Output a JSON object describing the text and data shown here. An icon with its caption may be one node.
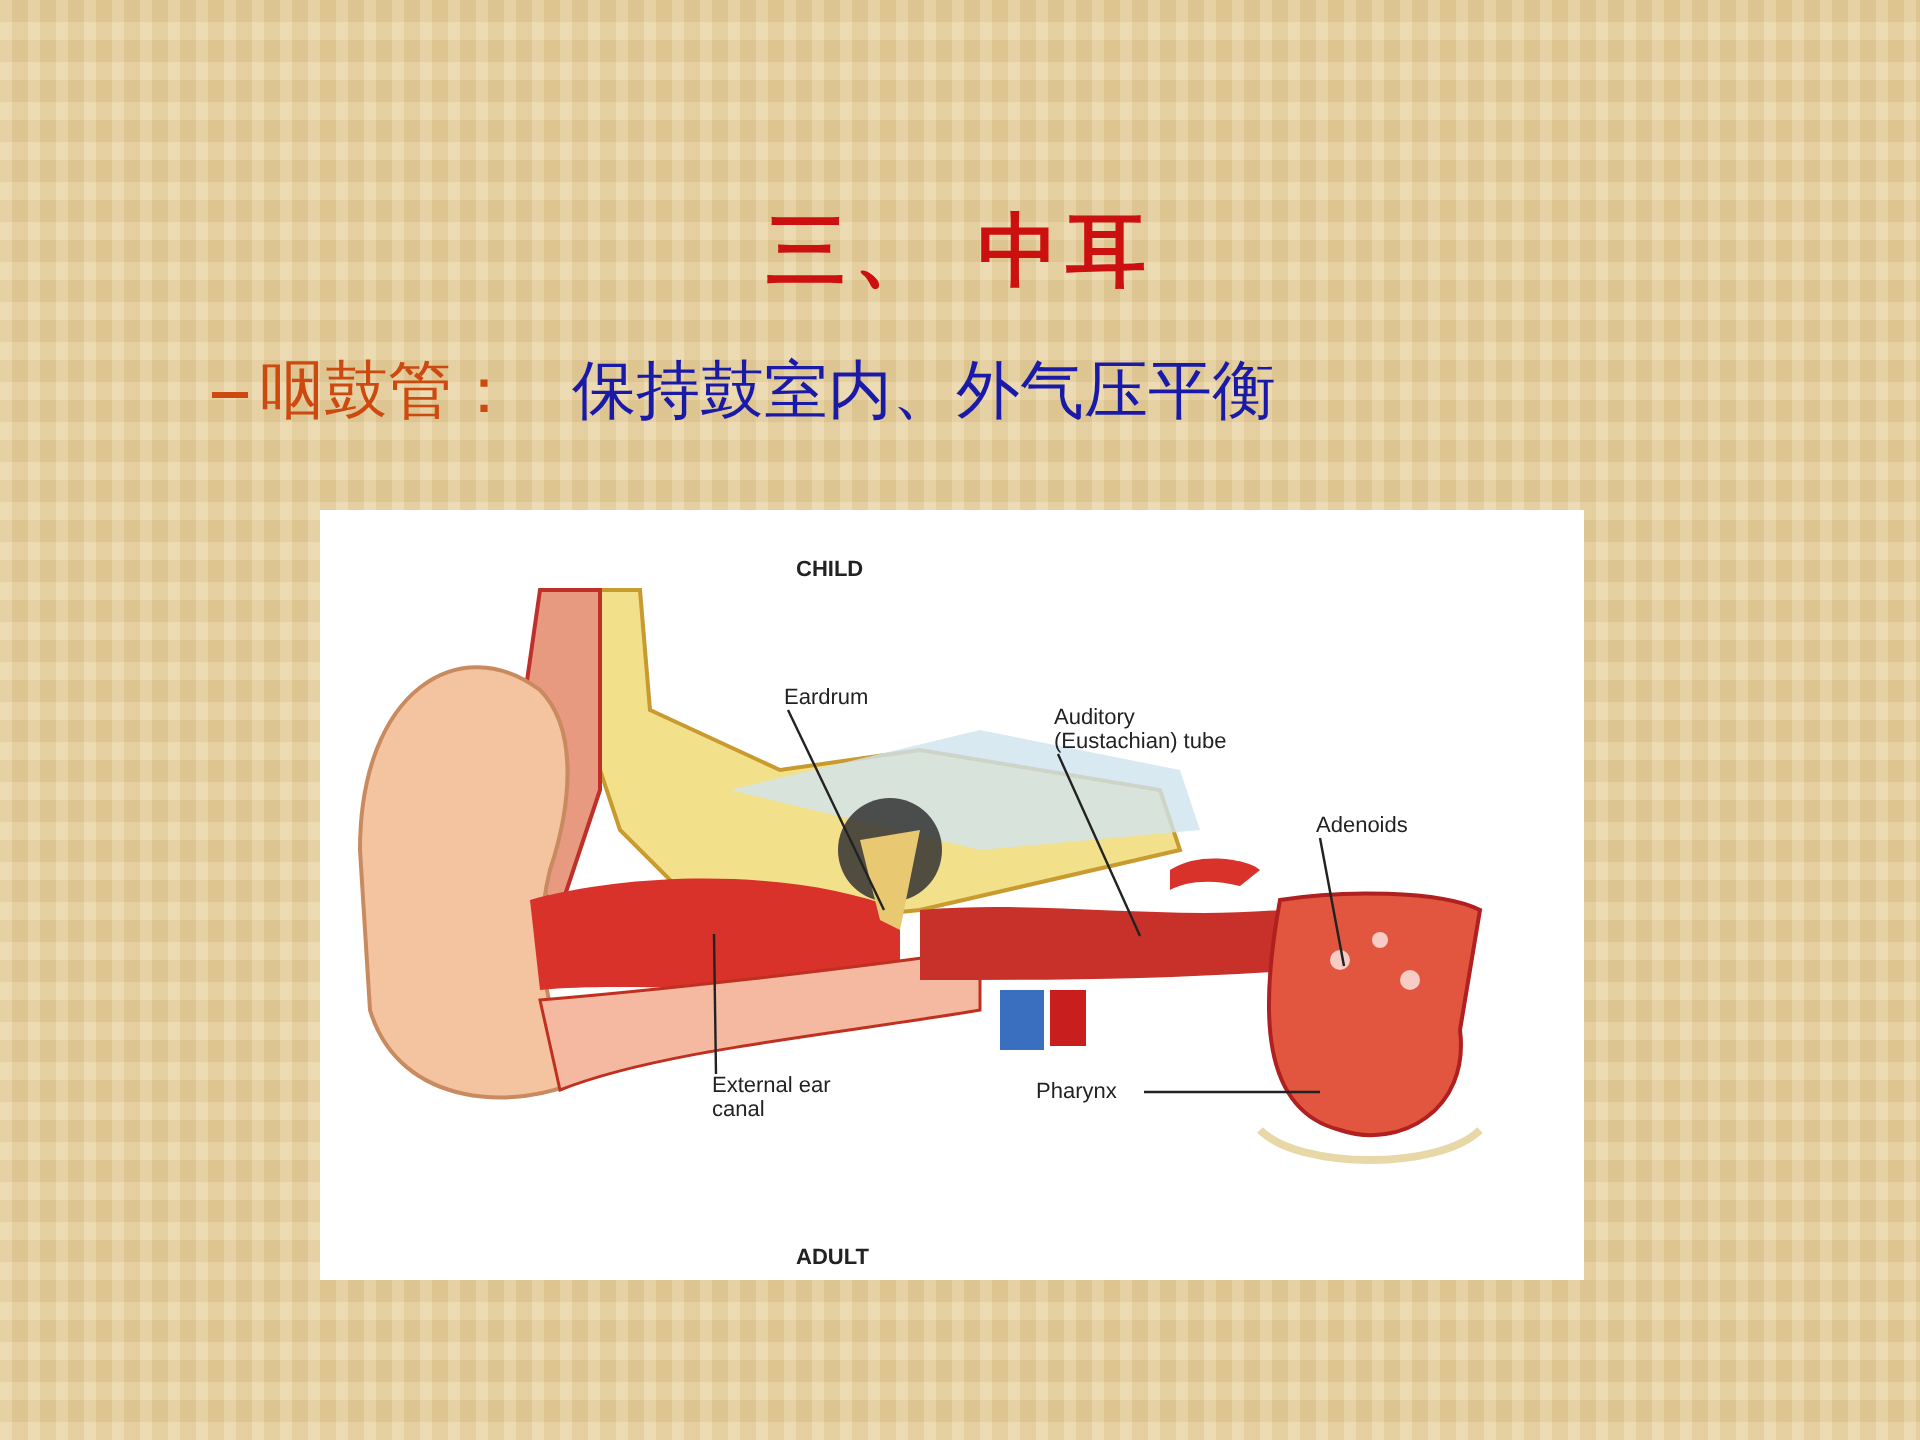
{
  "diagram": {
    "title": "三、 中耳",
    "nodes": [
      {
        "text": [
          "Eardrum"
        ]
      },
      {
        "text": [
          "Auditory (Eustachian) tube"
        ]
      },
      {
        "text": [
          "Adenoids"
        ]
      },
      {
        "text": [
          "External ear canal"
        ]
      },
      {
        "text": [
          "Pharynx"
        ]
      }
    ],
    "edges": [
      {
        "from": 0,
        "to": null,
        "arrow": "none"
      },
      {
        "from": 1,
        "to": null,
        "arrow": "none"
      },
      {
        "from": 2,
        "to": null,
        "arrow": "none"
      },
      {
        "from": 3,
        "to": null,
        "arrow": "none"
      },
      {
        "from": 4,
        "to": null,
        "arrow": "none"
      }
    ],
    "labels": [
      "咽鼓管：",
      "保持鼓室内、外气压平衡",
      "CHILD",
      "ADULT"
    ]
  }
}
